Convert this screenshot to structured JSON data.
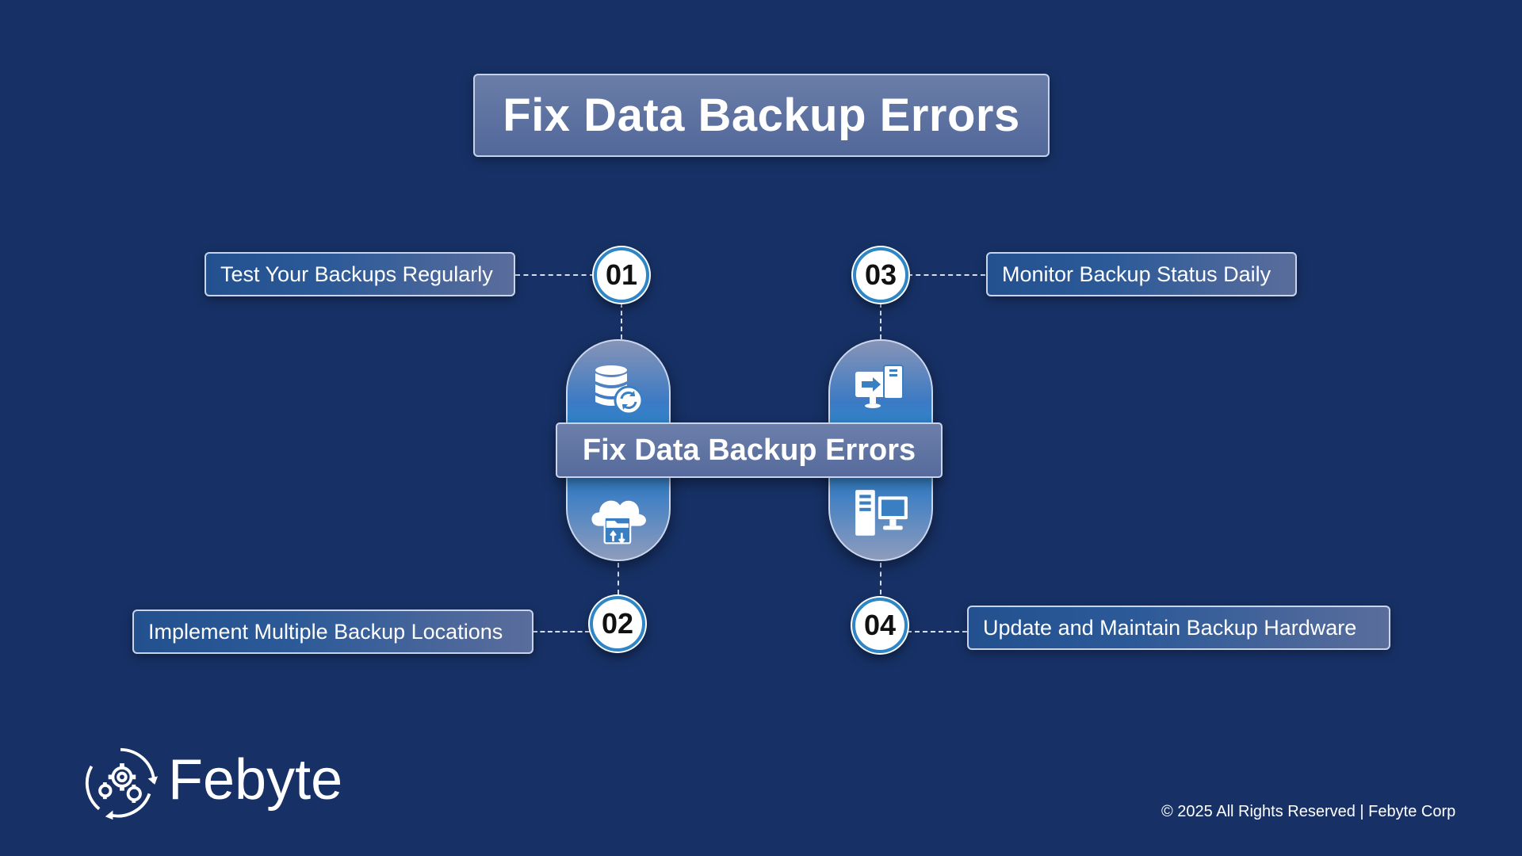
{
  "title": "Fix Data Backup Errors",
  "center_label": "Fix Data Backup Errors",
  "steps": [
    {
      "number": "01",
      "label": "Test Your Backups Regularly",
      "icon": "database-sync-icon"
    },
    {
      "number": "02",
      "label": "Implement Multiple Backup Locations",
      "icon": "cloud-folder-icon"
    },
    {
      "number": "03",
      "label": "Monitor Backup Status Daily",
      "icon": "monitor-transfer-icon"
    },
    {
      "number": "04",
      "label": "Update and Maintain Backup Hardware",
      "icon": "desktop-tower-icon"
    }
  ],
  "brand": {
    "name": "Febyte",
    "logo_icon": "gears-cycle-icon"
  },
  "footer": "© 2025 All Rights Reserved | Febyte Corp",
  "colors": {
    "background": "#173166",
    "accent": "#2f86c6",
    "box": "#5a6d9c"
  }
}
